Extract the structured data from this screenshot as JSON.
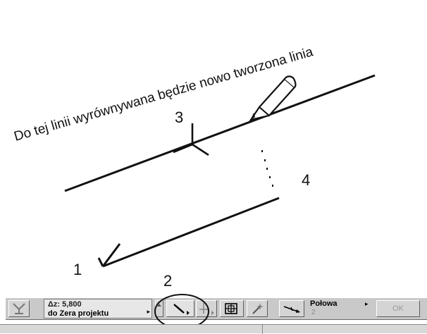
{
  "annotation": {
    "caption": "Do tej linii wyrównywana będzie nowo tworzona linia",
    "marker_1": "1",
    "marker_2": "2",
    "marker_3": "3",
    "marker_4": "4"
  },
  "toolbar": {
    "elevation_label": "Δz: 5,800",
    "elevation_reference": "do Zera projektu",
    "dropdown_arrow": "▸",
    "mode_label": "Połowa",
    "mode_value": "2",
    "mode_arrow": "▸",
    "ok_label": "OK"
  },
  "icons": {
    "elevation_tool": "stairs-elevation-icon",
    "line_tool": "diagonal-line-icon",
    "parallel_tool": "parallel-axis-icon",
    "grid_tool": "grid-select-icon",
    "magic_wand": "magic-wand-icon",
    "half_divide": "half-divide-icon",
    "pencil": "pencil-icon"
  },
  "colors": {
    "toolbar_bg": "#c9c9c9",
    "button_bg": "#d4d4d4",
    "ink": "#111111"
  }
}
